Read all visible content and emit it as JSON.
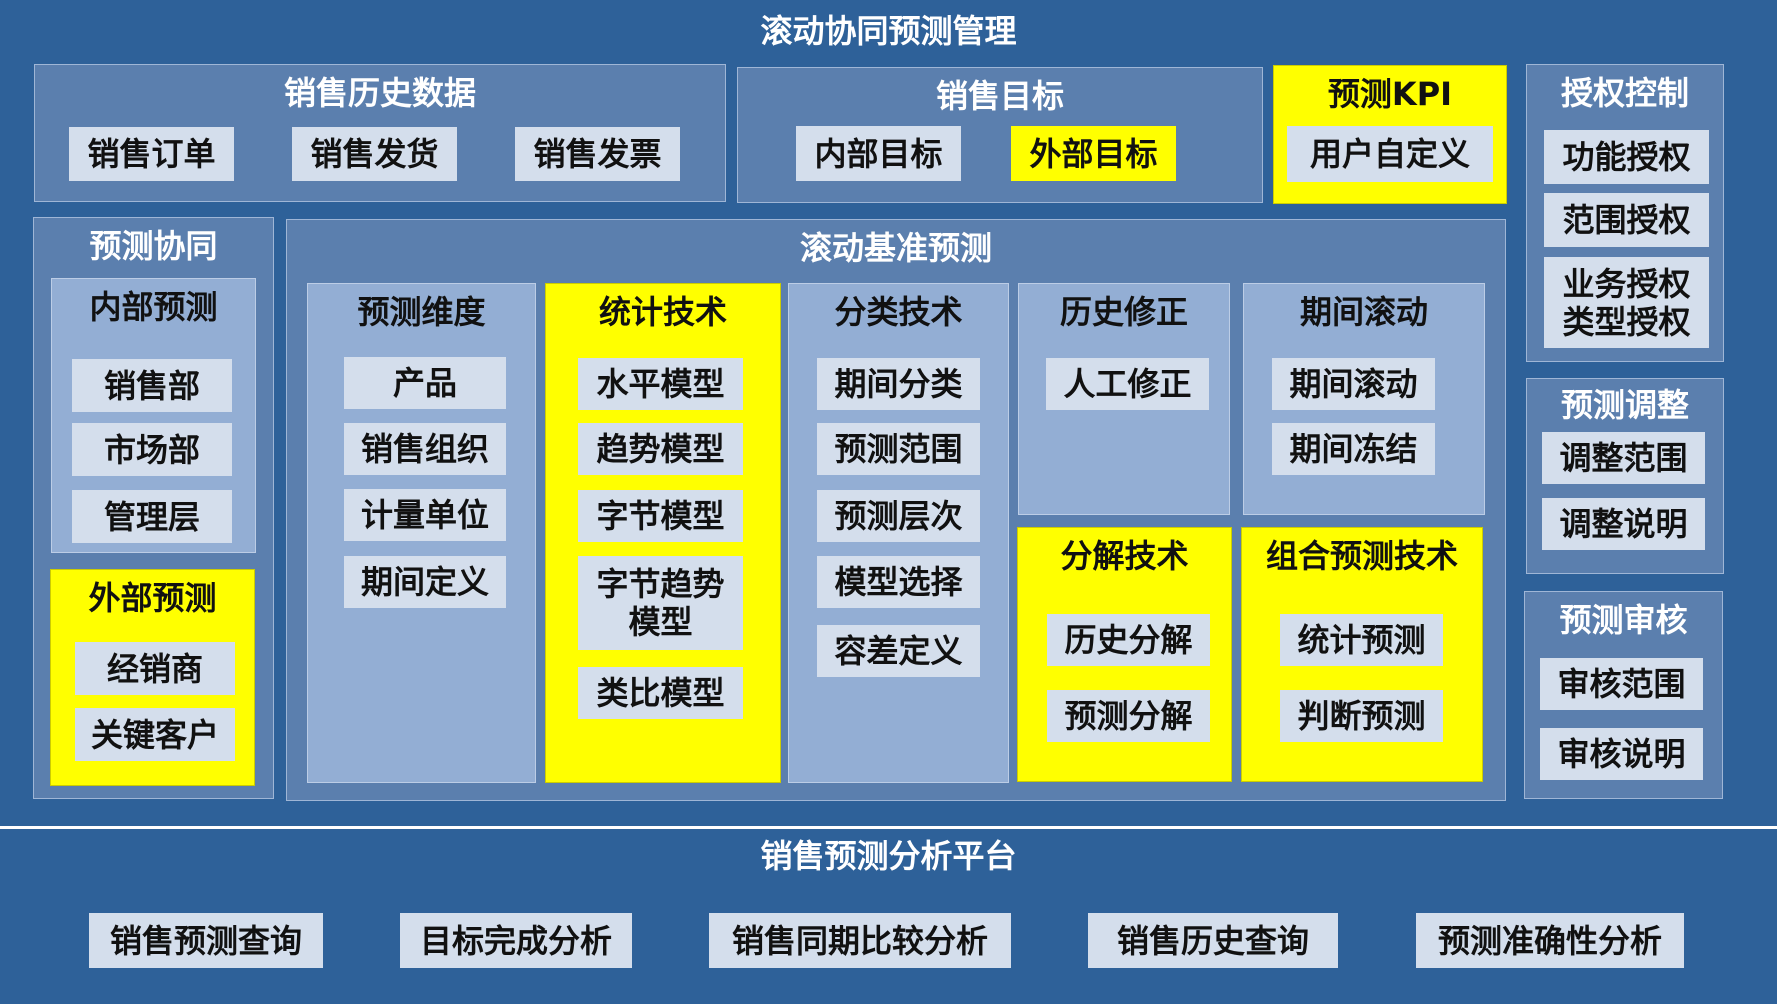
{
  "title": "滚动协同预测管理",
  "sales_history": {
    "title": "销售历史数据",
    "items": [
      "销售订单",
      "销售发货",
      "销售发票"
    ]
  },
  "sales_target": {
    "title": "销售目标",
    "items": [
      "内部目标",
      "外部目标"
    ]
  },
  "forecast_kpi": {
    "title": "预测KPI",
    "items": [
      "用户自定义"
    ]
  },
  "authorization": {
    "title": "授权控制",
    "items": [
      "功能授权",
      "范围授权",
      "业务授权\n类型授权"
    ]
  },
  "forecast_collab": {
    "title": "预测协同",
    "internal": {
      "title": "内部预测",
      "items": [
        "销售部",
        "市场部",
        "管理层"
      ]
    },
    "external": {
      "title": "外部预测",
      "items": [
        "经销商",
        "关键客户"
      ]
    }
  },
  "rolling_baseline": {
    "title": "滚动基准预测",
    "dimension": {
      "title": "预测维度",
      "items": [
        "产品",
        "销售组织",
        "计量单位",
        "期间定义"
      ]
    },
    "statistics": {
      "title": "统计技术",
      "items": [
        "水平模型",
        "趋势模型",
        "字节模型",
        "字节趋势\n模型",
        "类比模型"
      ]
    },
    "classification": {
      "title": "分类技术",
      "items": [
        "期间分类",
        "预测范围",
        "预测层次",
        "模型选择",
        "容差定义"
      ]
    },
    "history_fix": {
      "title": "历史修正",
      "items": [
        "人工修正"
      ]
    },
    "period_roll": {
      "title": "期间滚动",
      "items": [
        "期间滚动",
        "期间冻结"
      ]
    },
    "decompose": {
      "title": "分解技术",
      "items": [
        "历史分解",
        "预测分解"
      ]
    },
    "combine": {
      "title": "组合预测技术",
      "items": [
        "统计预测",
        "判断预测"
      ]
    }
  },
  "adjust": {
    "title": "预测调整",
    "items": [
      "调整范围",
      "调整说明"
    ]
  },
  "review": {
    "title": "预测审核",
    "items": [
      "审核范围",
      "审核说明"
    ]
  },
  "platform": {
    "title": "销售预测分析平台",
    "items": [
      "销售预测查询",
      "目标完成分析",
      "销售同期比较分析",
      "销售历史查询",
      "预测准确性分析"
    ]
  }
}
